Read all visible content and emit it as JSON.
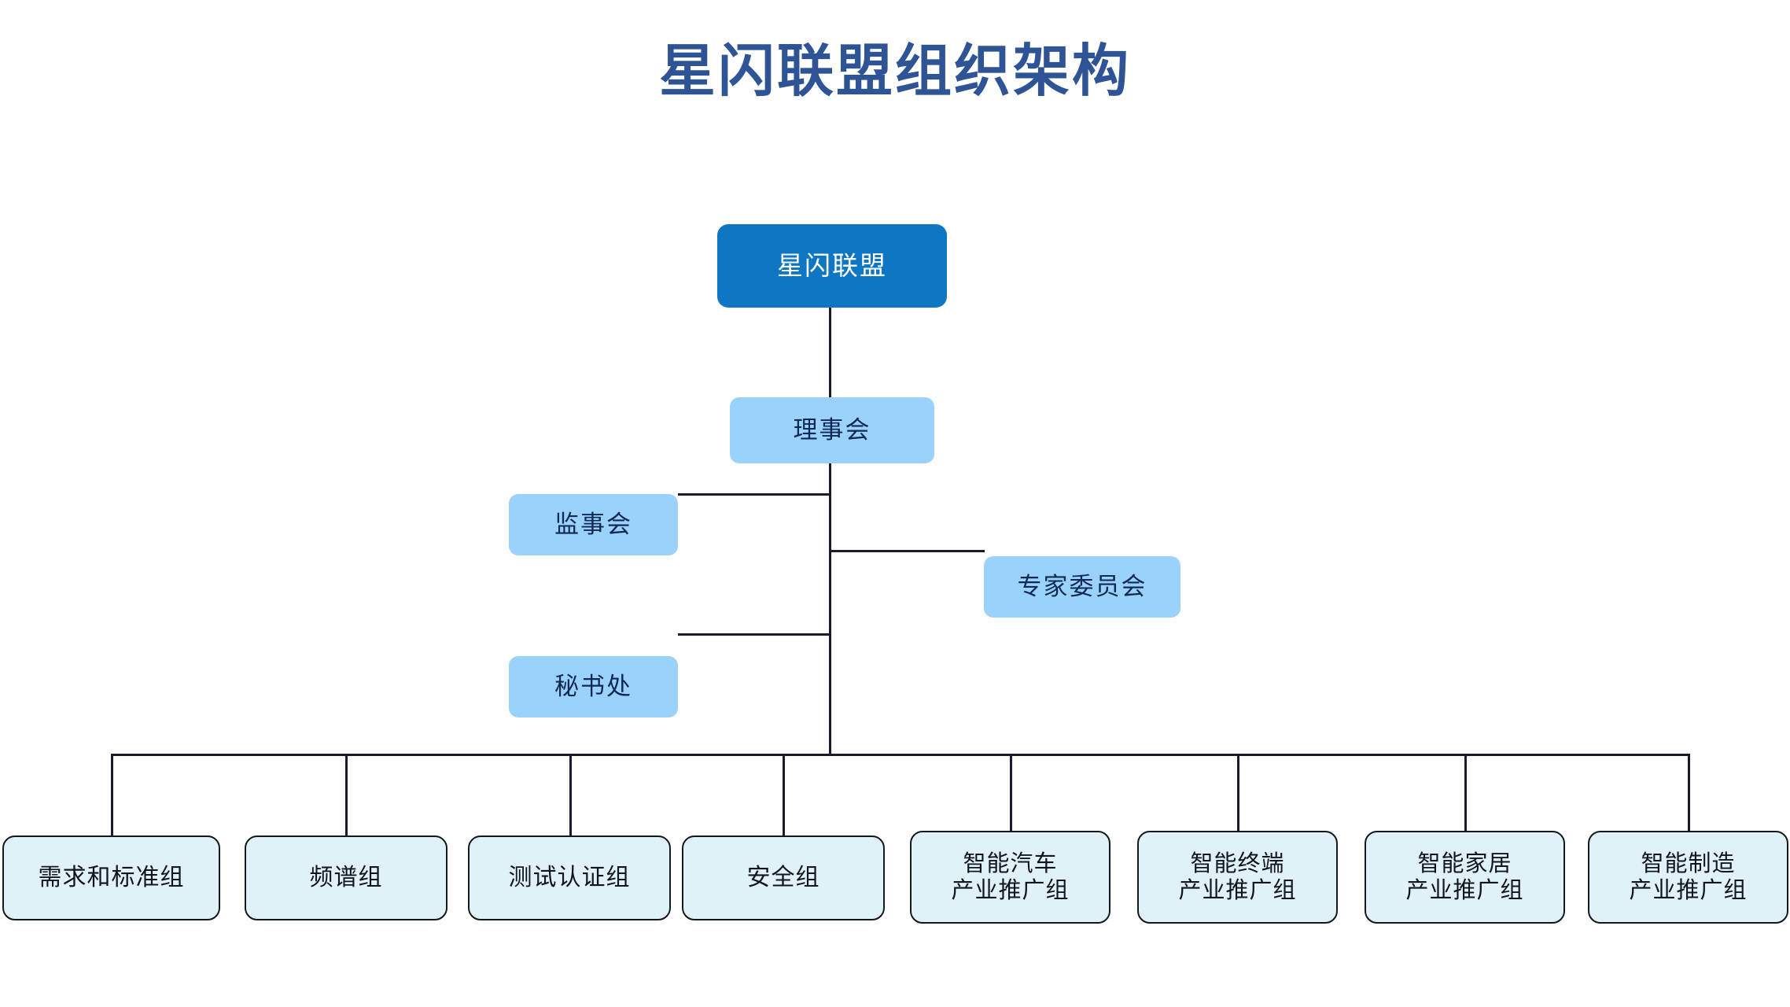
{
  "title": "星闪联盟组织架构",
  "theme": {
    "background": "#fefefe",
    "title_color": "#2e5496",
    "root_fill": "#0f76c3",
    "root_text": "#ffffff",
    "mid_fill": "#9bd2fb",
    "mid_text": "#0e2a53",
    "leaf_fill": "#e0f2f7",
    "leaf_border": "#13181d",
    "leaf_text": "#10161c",
    "line_color": "#1a1a2e"
  },
  "chart_data": {
    "type": "diagram",
    "diagram_type": "organizational-chart",
    "title": "星闪联盟组织架构",
    "orientation": "top-down",
    "nodes": [
      {
        "id": "root",
        "label": "星闪联盟",
        "level": 0,
        "style": "root"
      },
      {
        "id": "board",
        "label": "理事会",
        "level": 1,
        "style": "mid"
      },
      {
        "id": "supervisor",
        "label": "监事会",
        "level": 2,
        "style": "mid",
        "side": "left"
      },
      {
        "id": "experts",
        "label": "专家委员会",
        "level": 2,
        "style": "mid",
        "side": "right"
      },
      {
        "id": "secretariat",
        "label": "秘书处",
        "level": 2,
        "style": "mid",
        "side": "left"
      },
      {
        "id": "wg1",
        "label": "需求和标准组",
        "level": 3,
        "style": "leaf"
      },
      {
        "id": "wg2",
        "label": "频谱组",
        "level": 3,
        "style": "leaf"
      },
      {
        "id": "wg3",
        "label": "测试认证组",
        "level": 3,
        "style": "leaf"
      },
      {
        "id": "wg4",
        "label": "安全组",
        "level": 3,
        "style": "leaf"
      },
      {
        "id": "wg5",
        "label": "智能汽车产业推广组",
        "level": 3,
        "style": "leaf"
      },
      {
        "id": "wg6",
        "label": "智能终端产业推广组",
        "level": 3,
        "style": "leaf"
      },
      {
        "id": "wg7",
        "label": "智能家居产业推广组",
        "level": 3,
        "style": "leaf"
      },
      {
        "id": "wg8",
        "label": "智能制造产业推广组",
        "level": 3,
        "style": "leaf"
      }
    ],
    "edges": [
      {
        "from": "root",
        "to": "board"
      },
      {
        "from": "board",
        "to": "supervisor"
      },
      {
        "from": "board",
        "to": "experts"
      },
      {
        "from": "board",
        "to": "secretariat"
      },
      {
        "from": "secretariat",
        "to": "wg1"
      },
      {
        "from": "secretariat",
        "to": "wg2"
      },
      {
        "from": "secretariat",
        "to": "wg3"
      },
      {
        "from": "secretariat",
        "to": "wg4"
      },
      {
        "from": "secretariat",
        "to": "wg5"
      },
      {
        "from": "secretariat",
        "to": "wg6"
      },
      {
        "from": "secretariat",
        "to": "wg7"
      },
      {
        "from": "secretariat",
        "to": "wg8"
      }
    ]
  },
  "nodes": {
    "root": {
      "label": "星闪联盟"
    },
    "board": {
      "label": "理事会"
    },
    "supervisor": {
      "label": "监事会"
    },
    "experts": {
      "label": "专家委员会"
    },
    "secretariat": {
      "label": "秘书处"
    },
    "wg1": {
      "label": "需求和标准组"
    },
    "wg2": {
      "label": "频谱组"
    },
    "wg3": {
      "label": "测试认证组"
    },
    "wg4": {
      "label": "安全组"
    },
    "wg5": {
      "line1": "智能汽车",
      "line2": "产业推广组"
    },
    "wg6": {
      "line1": "智能终端",
      "line2": "产业推广组"
    },
    "wg7": {
      "line1": "智能家居",
      "line2": "产业推广组"
    },
    "wg8": {
      "line1": "智能制造",
      "line2": "产业推广组"
    }
  }
}
